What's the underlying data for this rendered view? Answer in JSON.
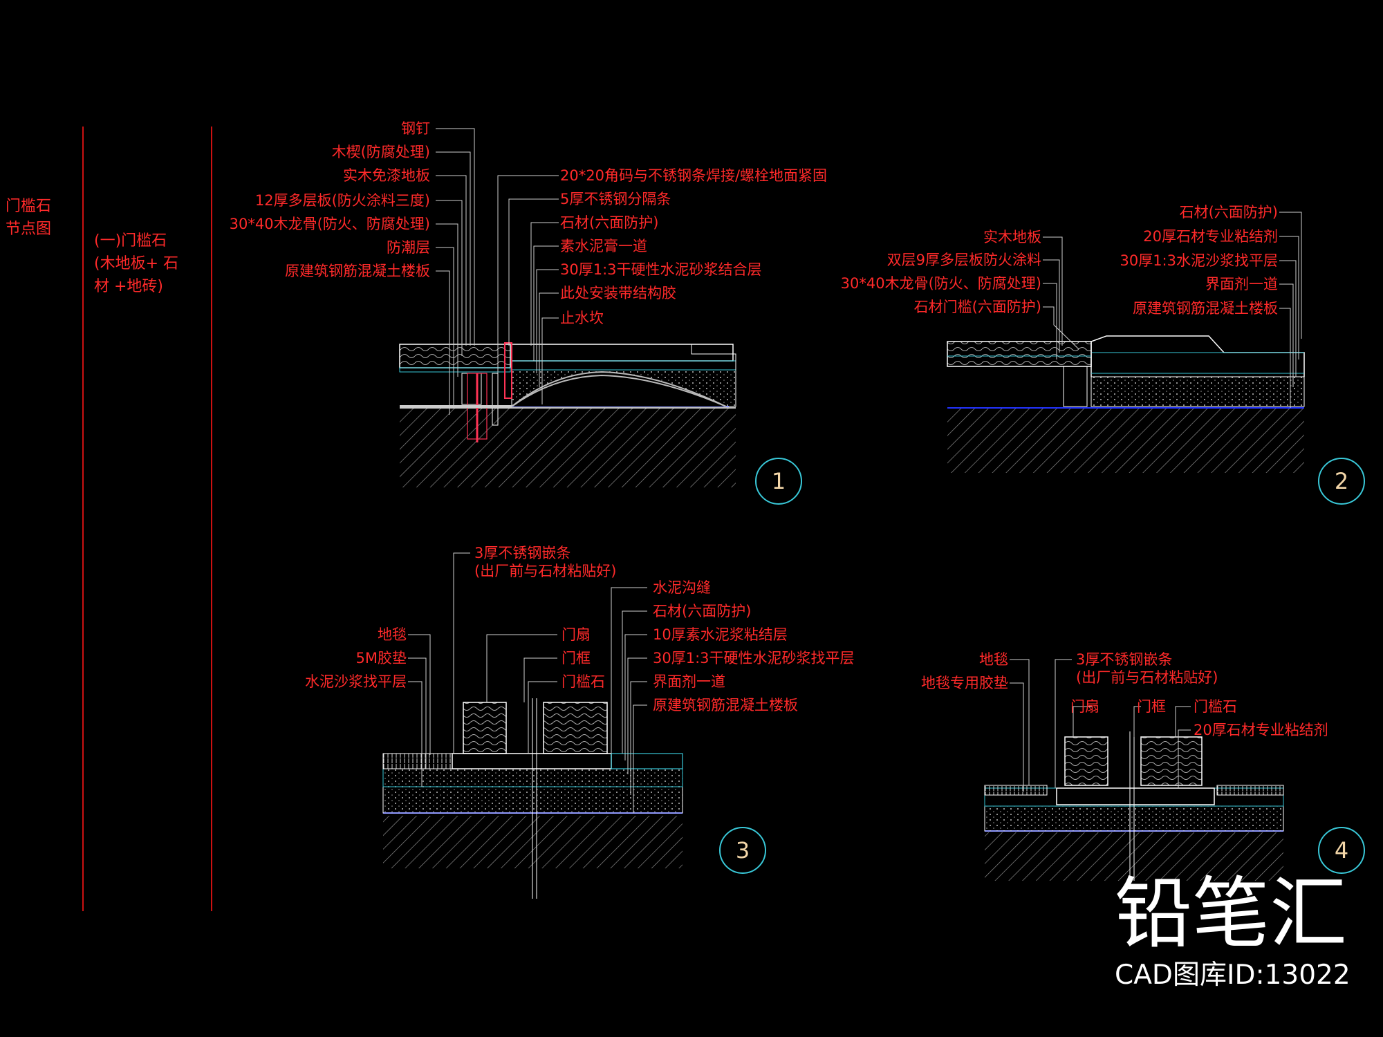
{
  "sidebar": {
    "title_line1": "门槛石",
    "title_line2": "节点图",
    "section_line1": "(一)门槛石",
    "section_line2": "(木地板+ 石",
    "section_line3": "材 +地砖)"
  },
  "detail1": {
    "left_labels": [
      "钢钉",
      "木楔(防腐处理)",
      "实木免漆地板",
      "12厚多层板(防火涂料三度)",
      "30*40木龙骨(防火、防腐处理)",
      "防潮层",
      "原建筑钢筋混凝土楼板"
    ],
    "right_labels": [
      "20*20角码与不锈钢条焊接/螺栓地面紧固",
      "5厚不锈钢分隔条",
      "石材(六面防护)",
      "素水泥膏一道",
      "30厚1:3干硬性水泥砂浆结合层",
      "此处安装带结构胶",
      "止水坎"
    ],
    "number": "1"
  },
  "detail2": {
    "left_labels": [
      "实木地板",
      "双层9厚多层板防火涂料",
      "30*40木龙骨(防火、防腐处理)",
      "石材门槛(六面防护)"
    ],
    "right_labels": [
      "石材(六面防护)",
      "20厚石材专业粘结剂",
      "30厚1:3水泥沙浆找平层",
      "界面剂一道",
      "原建筑钢筋混凝土楼板"
    ],
    "number": "2"
  },
  "detail3": {
    "top_label_line1": "3厚不锈钢嵌条",
    "top_label_line2": "(出厂前与石材粘贴好)",
    "left_labels": [
      "地毯",
      "5M胶垫",
      "水泥沙浆找平层"
    ],
    "mid_labels": [
      "门扇",
      "门框",
      "门槛石"
    ],
    "right_labels": [
      "水泥沟缝",
      "石材(六面防护)",
      "10厚素水泥浆粘结层",
      "30厚1:3干硬性水泥砂浆找平层",
      "界面剂一道",
      "原建筑钢筋混凝土楼板"
    ],
    "number": "3"
  },
  "detail4": {
    "left_labels": [
      "地毯",
      "地毯专用胶垫"
    ],
    "top_label_line1": "3厚不锈钢嵌条",
    "top_label_line2": "(出厂前与石材粘贴好)",
    "mid_labels": [
      "门扇",
      "门框",
      "门槛石"
    ],
    "right_label": "20厚石材专业粘结剂",
    "number": "4"
  },
  "brand": {
    "logo": "铅笔汇",
    "caption": "CAD图库ID:13022"
  },
  "colors": {
    "background": "#000000",
    "label": "#ff2a2a",
    "line": "#ffffff",
    "cyan": "#39c8d8",
    "hatch": "#9a9a9a",
    "waterproof": "#2233ff",
    "divider": "#cc1111"
  }
}
